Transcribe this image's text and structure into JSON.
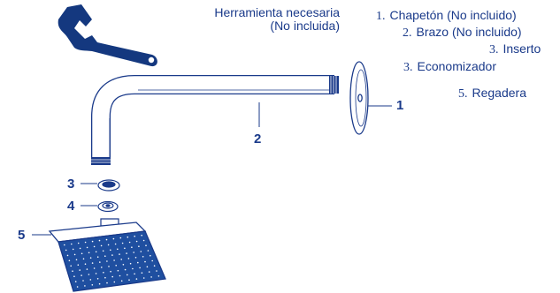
{
  "tool_note": {
    "line1": "Herramienta necesaria",
    "line2": "(No incluida)"
  },
  "parts": [
    {
      "num": "1.",
      "label": "Chapetón (No incluido)"
    },
    {
      "num": "2.",
      "label": "Brazo (No incluido)"
    },
    {
      "num": "3.",
      "label": "Inserto"
    },
    {
      "num": "3.",
      "label": "Economizador"
    },
    {
      "num": "5.",
      "label": "Regadera"
    }
  ],
  "callouts": [
    "1",
    "2",
    "3",
    "4",
    "5"
  ],
  "colors": {
    "text": "#1a3a8a",
    "outline": "#1a3a8a",
    "wrench": "#14387f",
    "grille": "#1f4fa0"
  }
}
